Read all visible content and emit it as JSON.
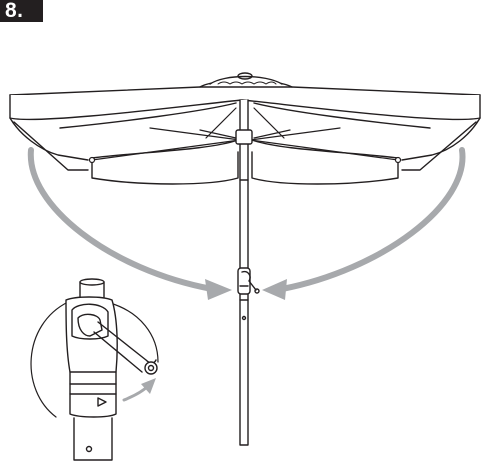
{
  "step": {
    "label": "8."
  },
  "colors": {
    "ink": "#231f20",
    "arrow": "#a7a9ac",
    "badge_bg": "#231f20",
    "badge_text": "#ffffff"
  },
  "icons": [
    "umbrella-canopy",
    "umbrella-pole",
    "crank-handle",
    "rotate-arrow-left",
    "rotate-arrow-right",
    "crank-detail-magnifier",
    "crank-rotate-arrow"
  ]
}
